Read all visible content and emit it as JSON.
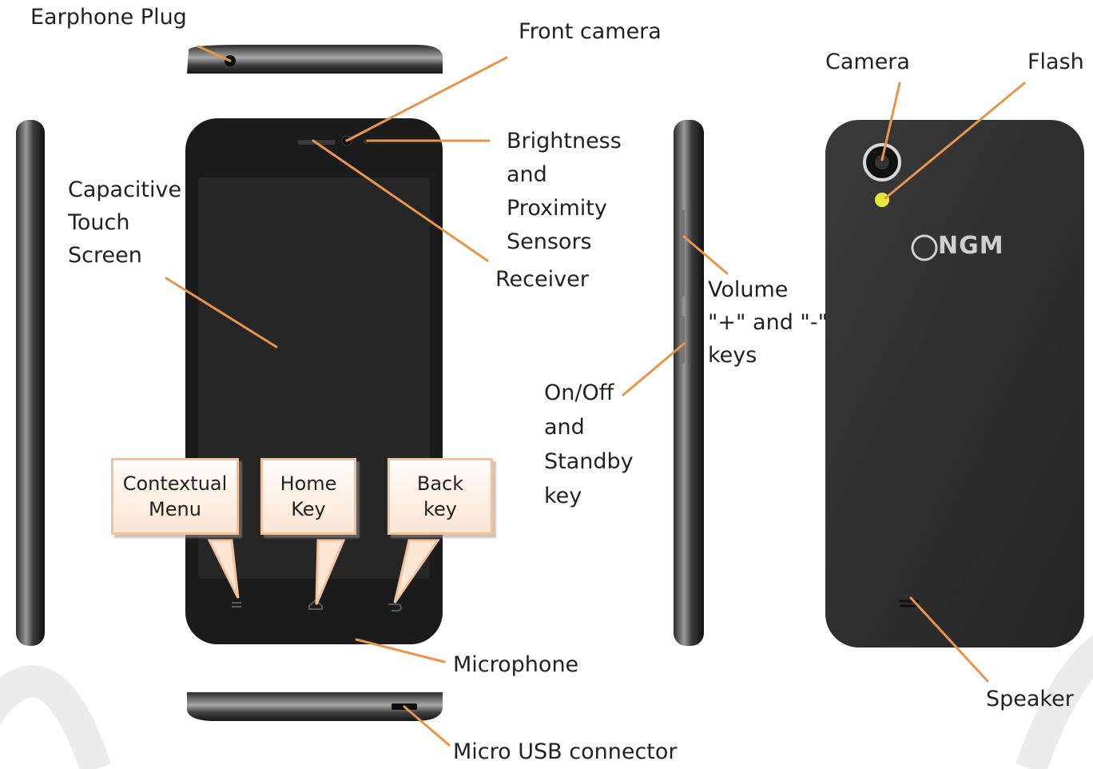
{
  "labels": {
    "earphone_plug": "Earphone Plug",
    "front_camera": "Front camera",
    "camera": "Camera",
    "flash": "Flash",
    "brightness_sensors": "Brightness\nand\nProximity\nSensors",
    "capacitive_touch": "Capacitive\nTouch\nScreen",
    "receiver": "Receiver",
    "volume_keys": "Volume\n\"+\" and \"-\"\nkeys",
    "on_off_key": "On/Off\nand\nStandby\nkey",
    "microphone": "Microphone",
    "micro_usb": "Micro USB connector",
    "speaker": "Speaker"
  },
  "callouts": {
    "contextual_menu": "Contextual\nMenu",
    "home_key": "Home\nKey",
    "back_key": "Back\nkey"
  },
  "brand_logo": "NGM",
  "colors": {
    "leader_line": "#e8954a",
    "phone_body": "#1c1c1c",
    "phone_back": "#2b2b2b",
    "callout_border": "#f2c29e",
    "flash_led": "#e8e83a"
  }
}
